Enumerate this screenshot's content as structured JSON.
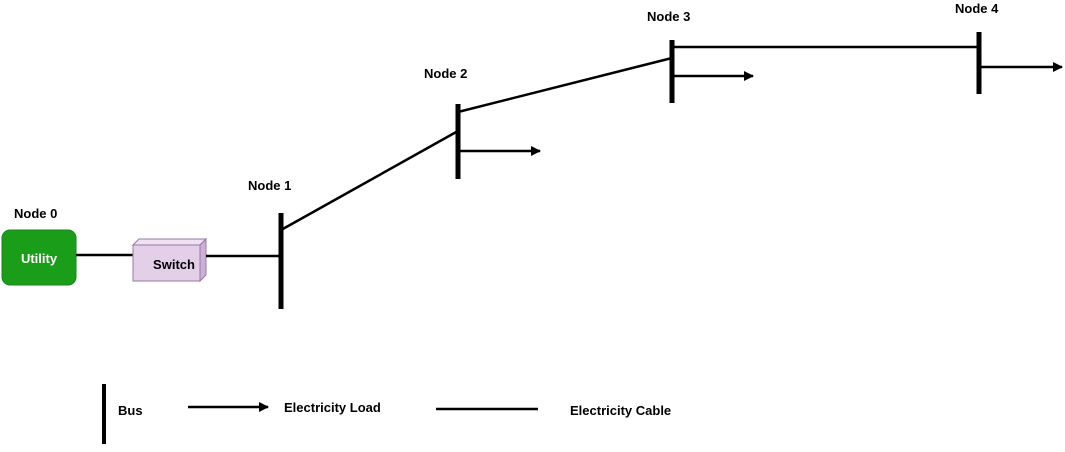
{
  "nodes": {
    "node0": "Node 0",
    "node1": "Node 1",
    "node2": "Node 2",
    "node3": "Node 3",
    "node4": "Node 4"
  },
  "components": {
    "utility": "Utility",
    "switch": "Switch"
  },
  "legend": {
    "bus": "Bus",
    "load": "Electricity Load",
    "cable": "Electricity Cable"
  },
  "colors": {
    "utility_fill": "#1a9e1a",
    "utility_text": "#ffffff",
    "switch_front": "#e4cfe9",
    "switch_side": "#cdb0d6",
    "switch_top": "#efe0f2",
    "switch_stroke": "#9a78a6",
    "line": "#000000"
  }
}
